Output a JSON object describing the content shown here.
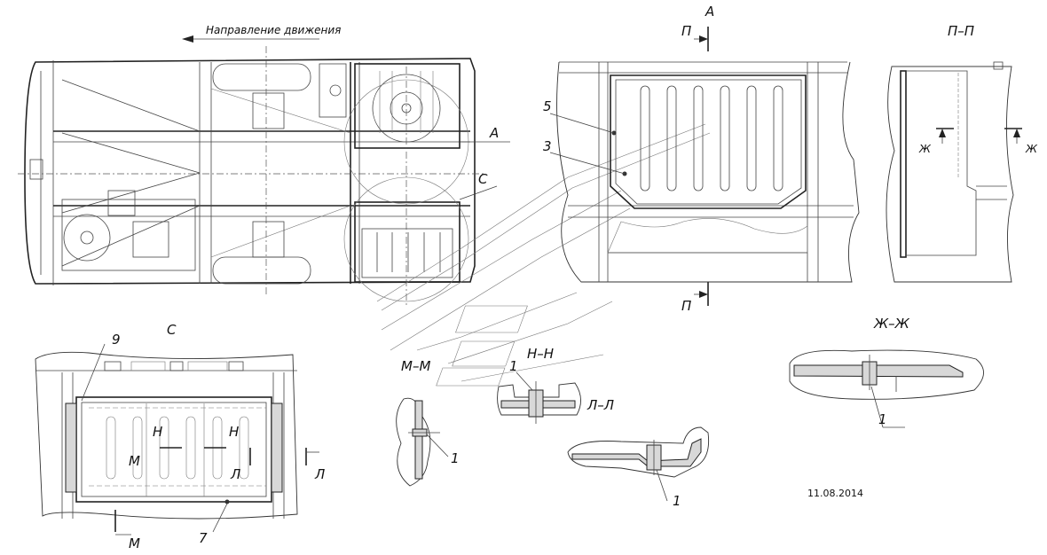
{
  "direction_label": "Направление движения",
  "views": {
    "A": "А",
    "C": "С",
    "P_P": "П–П",
    "ZH_ZH": "Ж–Ж",
    "M_M": "М–М",
    "N_N": "Н–Н",
    "L_L": "Л–Л"
  },
  "cut_marks": {
    "P": "П",
    "ZH": "Ж",
    "M": "М",
    "N": "Н",
    "L": "Л"
  },
  "callouts": {
    "n1": "1",
    "n3": "3",
    "n5": "5",
    "n7": "7",
    "n9": "9"
  },
  "date": "11.08.2014"
}
